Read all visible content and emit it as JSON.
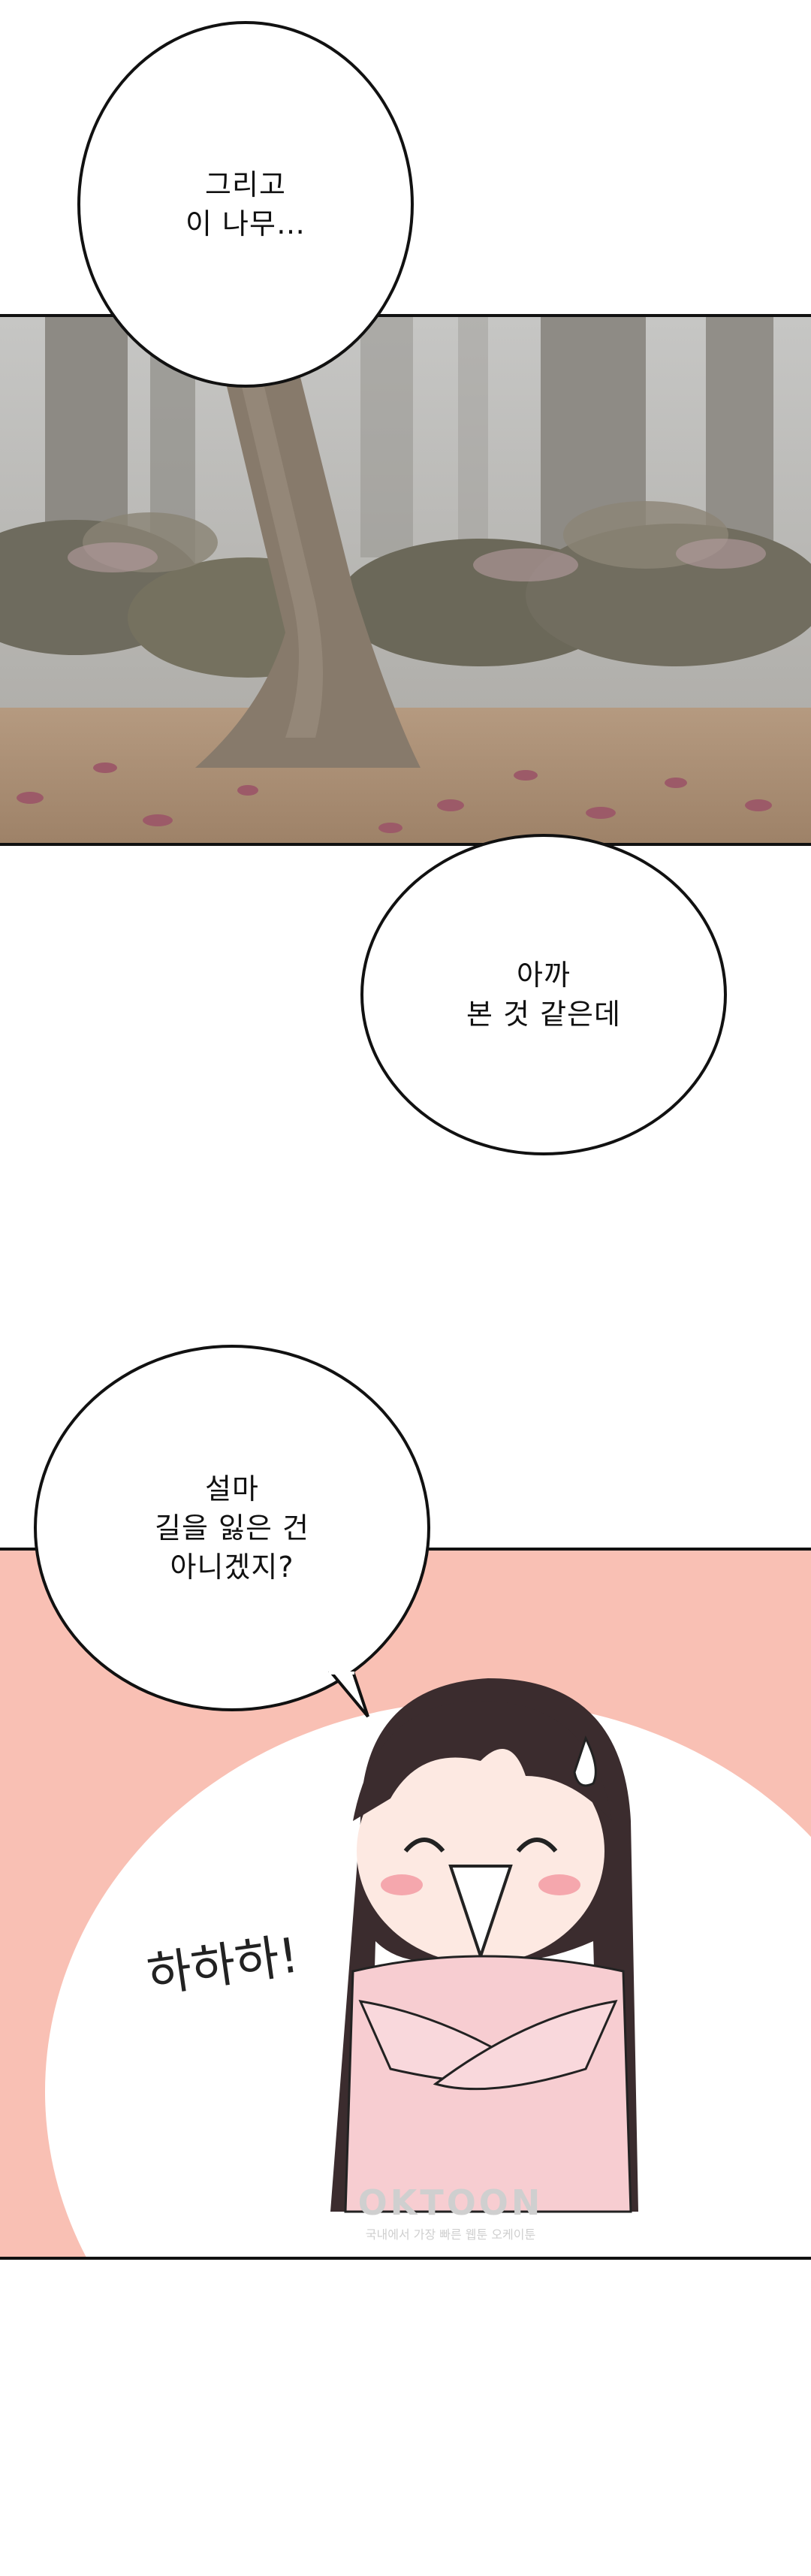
{
  "bubbles": {
    "b1": "그리고\n이 나무…",
    "b2": "아까\n본 것 같은데",
    "b3": "설마\n길을 잃은 건\n아니겠지?"
  },
  "sfx": {
    "laugh": "하하하!"
  },
  "watermark": {
    "brand": "OKTOON",
    "tagline": "국내에서 가장 빠른 웹툰 오케이툰"
  },
  "colors": {
    "pink_bg": "#f9c0b4",
    "tree_trunk": "#8a7c6c",
    "bushes": "#6f6b5d",
    "petals": "#9c5a68"
  }
}
